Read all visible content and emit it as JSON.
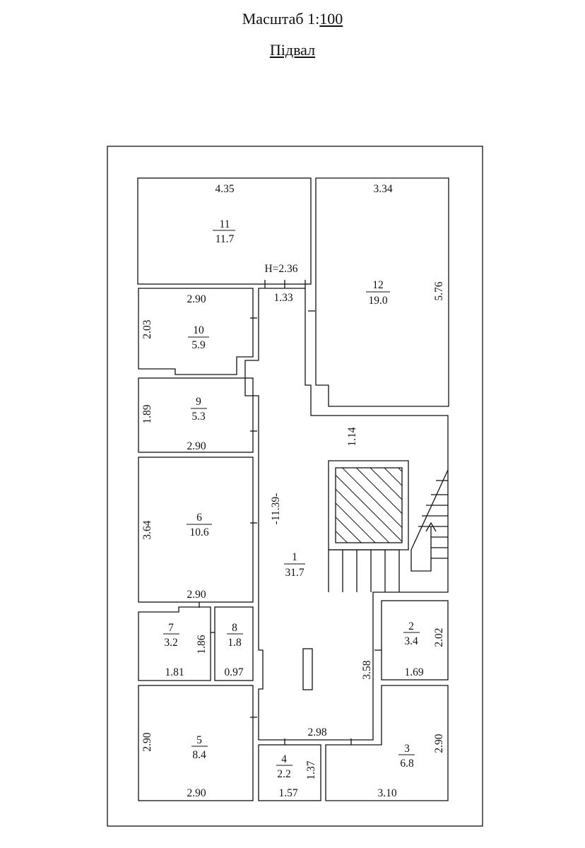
{
  "header": {
    "scale_prefix": "Масштаб 1:",
    "scale_value": "100",
    "floor_name": "Підвал"
  },
  "rooms": {
    "r11": {
      "num": "11",
      "area": "11.7",
      "top": "4.35",
      "height": "H=2.36",
      "door": "1.33"
    },
    "r12": {
      "num": "12",
      "area": "19.0",
      "top": "3.34",
      "side": "5.76"
    },
    "r10": {
      "num": "10",
      "area": "5.9",
      "top": "2.90",
      "side": "2.03"
    },
    "r9": {
      "num": "9",
      "area": "5.3",
      "bottom": "2.90",
      "side": "1.89"
    },
    "r6": {
      "num": "6",
      "area": "10.6",
      "bottom": "2.90",
      "side": "3.64"
    },
    "r1": {
      "num": "1",
      "area": "31.7",
      "length": "-11.39-",
      "side_a": "1.14",
      "side_b": "3.58",
      "bottom": "2.98"
    },
    "r7": {
      "num": "7",
      "area": "3.2",
      "bottom": "1.81",
      "side": "1.86"
    },
    "r8": {
      "num": "8",
      "area": "1.8",
      "bottom": "0.97"
    },
    "r2": {
      "num": "2",
      "area": "3.4",
      "bottom": "1.69",
      "side": "2.02"
    },
    "r5": {
      "num": "5",
      "area": "8.4",
      "bottom": "2.90",
      "side": "2.90"
    },
    "r4": {
      "num": "4",
      "area": "2.2",
      "bottom": "1.57",
      "side": "1.37"
    },
    "r3": {
      "num": "3",
      "area": "6.8",
      "bottom": "3.10",
      "side": "2.90"
    }
  }
}
